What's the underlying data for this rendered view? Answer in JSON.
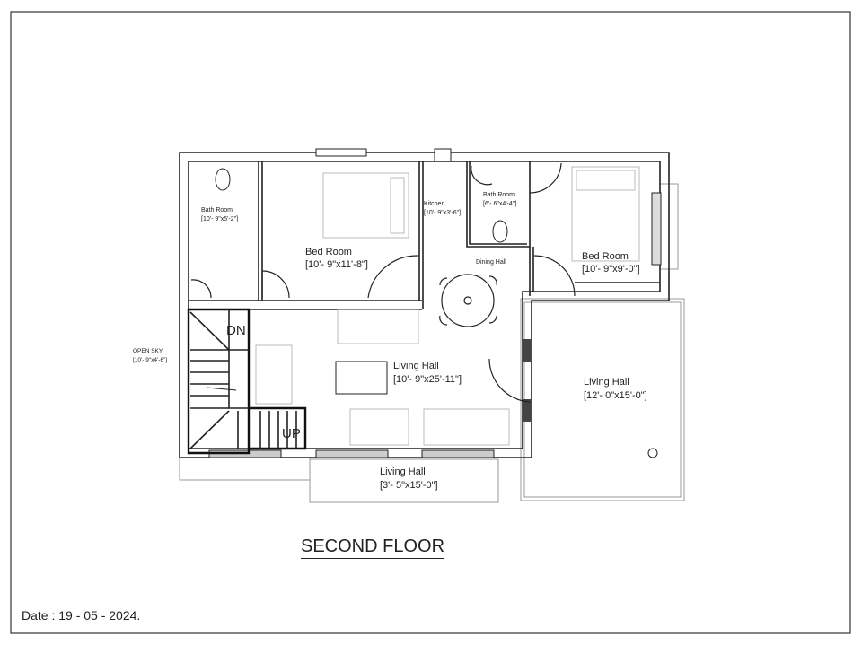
{
  "title": "SECOND FLOOR",
  "date": "Date : 19 - 05 - 2024.",
  "rooms": {
    "bath1": {
      "name": "Bath Room",
      "size": "[10'- 9\"x5'-2\"]"
    },
    "bed1": {
      "name": "Bed Room",
      "size": "[10'- 9\"x11'-8\"]"
    },
    "kitchen": {
      "name": "Kitchen",
      "size": "[10'- 9\"x3'-6\"]"
    },
    "bath2": {
      "name": "Bath Room",
      "size": "[6'- 6\"x4'-4\"]"
    },
    "bed2": {
      "name": "Bed Room",
      "size": "[10'- 9\"x9'-0\"]"
    },
    "dining": {
      "name": "Dining Hall"
    },
    "living_main": {
      "name": "Living Hall",
      "size": "[10'- 9\"x25'-11\"]"
    },
    "living_right": {
      "name": "Living Hall",
      "size": "[12'- 0\"x15'-0\"]"
    },
    "living_bottom": {
      "name": "Living Hall",
      "size": "[3'- 5\"x15'-0\"]"
    },
    "open_sky": {
      "name": "OPEN SKY",
      "size": "[10'- 9\"x4'-6\"]"
    }
  },
  "stairs": {
    "down": "DN",
    "up": "UP"
  }
}
